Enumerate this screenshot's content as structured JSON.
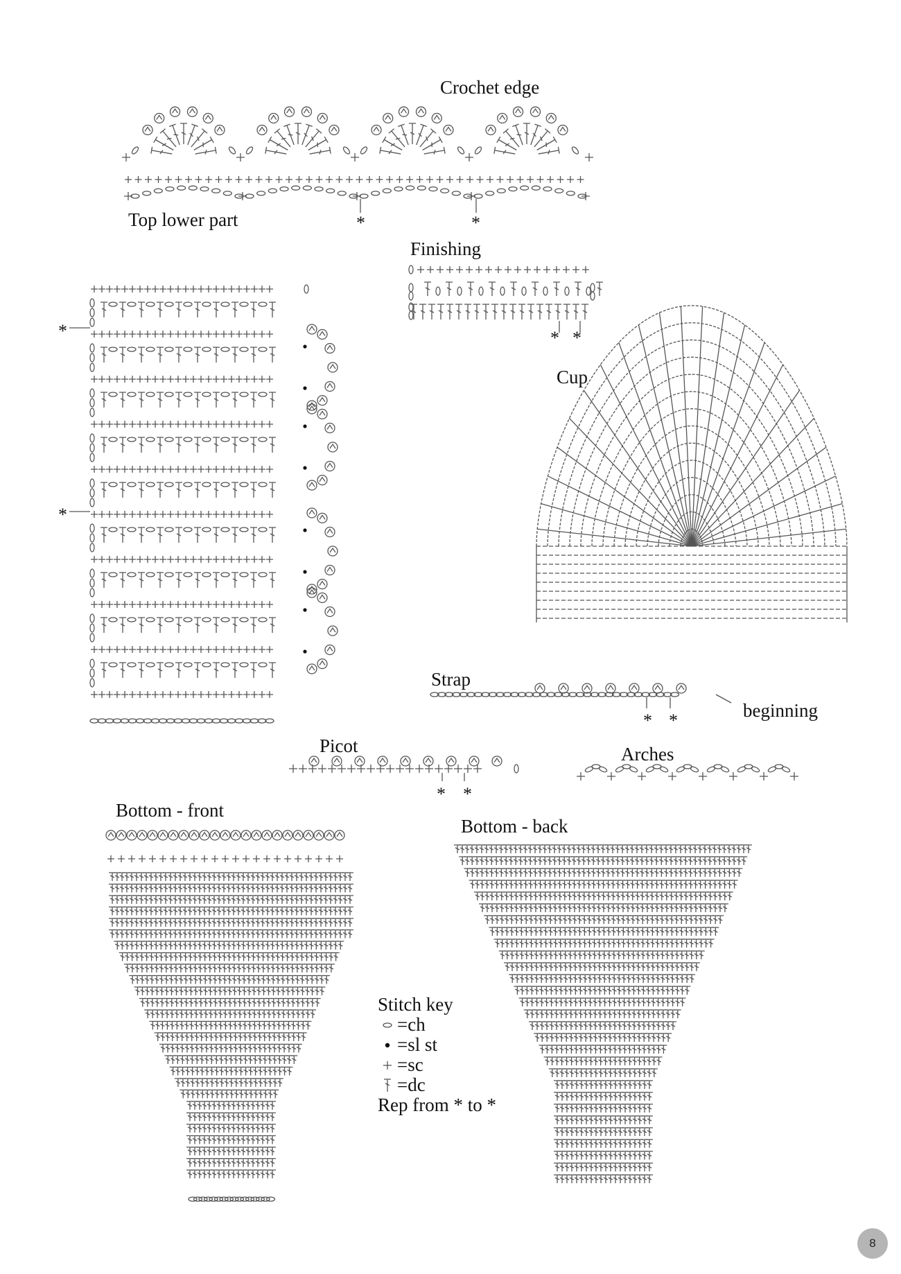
{
  "labels": {
    "crochet_edge": "Crochet edge",
    "top_lower_part": "Top lower part",
    "finishing": "Finishing",
    "cup": "Cup",
    "strap": "Strap",
    "beginning": "beginning",
    "picot": "Picot",
    "arches": "Arches",
    "bottom_front": "Bottom - front",
    "bottom_back": "Bottom - back"
  },
  "repeat_marker": "*",
  "stitch_key": {
    "title": "Stitch key",
    "items": [
      {
        "symbol": "ch-icon",
        "text": "=ch"
      },
      {
        "symbol": "sl-st-icon",
        "text": "=sl st"
      },
      {
        "symbol": "sc-icon",
        "text": "=sc"
      },
      {
        "symbol": "dc-icon",
        "text": "=dc"
      }
    ],
    "repeat_note": "Rep from * to *"
  },
  "page_number": "8",
  "colors": {
    "symbol_stroke": "#555555",
    "page_badge": "#b5b5b5"
  }
}
